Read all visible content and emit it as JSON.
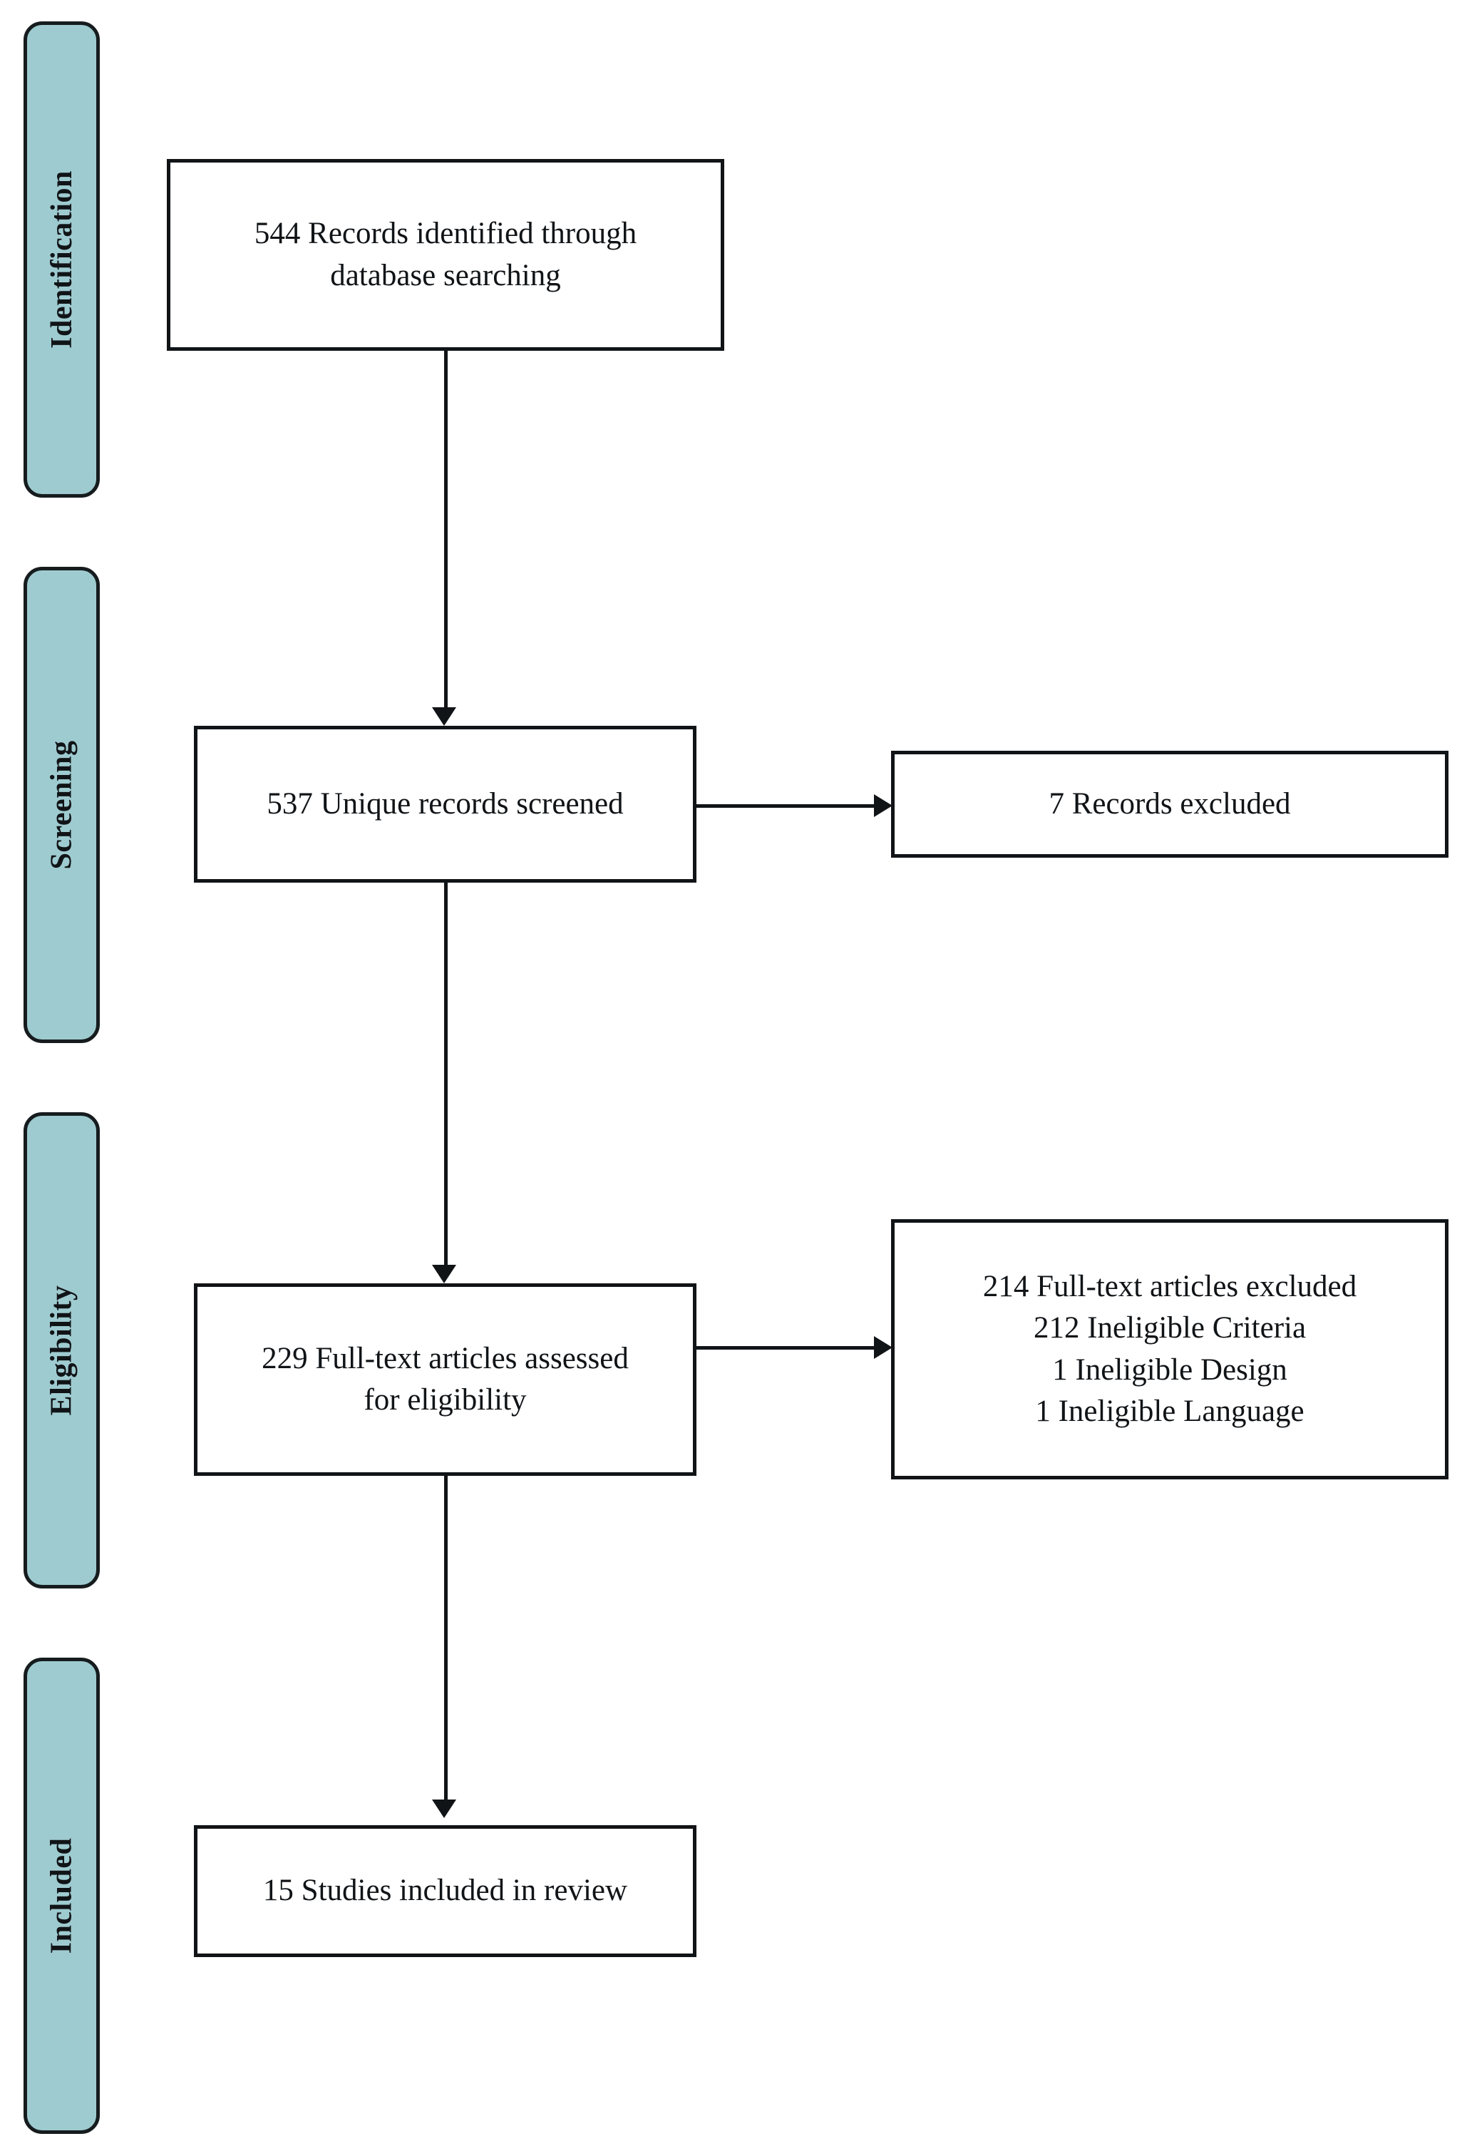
{
  "diagram": {
    "type": "prisma-flow-diagram",
    "palette": {
      "stage_fill": "#9ECBD0",
      "stroke": "#111417",
      "box_fill": "#FFFFFF",
      "page_background": "#FFFFFF"
    },
    "stages": [
      {
        "id": "identification",
        "label": "Identification"
      },
      {
        "id": "screening",
        "label": "Screening"
      },
      {
        "id": "eligibility",
        "label": "Eligibility"
      },
      {
        "id": "included",
        "label": "Included"
      }
    ],
    "boxes": [
      {
        "id": "records-identified",
        "stage": "identification",
        "count": 544,
        "lines": [
          "544 Records identified through",
          "database searching"
        ]
      },
      {
        "id": "unique-records-screened",
        "stage": "screening",
        "count": 537,
        "lines": [
          "537 Unique records screened"
        ]
      },
      {
        "id": "records-excluded",
        "stage": "screening",
        "count": 7,
        "lines": [
          "7 Records excluded"
        ]
      },
      {
        "id": "fulltext-assessed",
        "stage": "eligibility",
        "count": 229,
        "lines": [
          "229 Full-text articles assessed",
          "for eligibility"
        ]
      },
      {
        "id": "fulltext-excluded",
        "stage": "eligibility",
        "count": 214,
        "lines": [
          "214 Full-text articles excluded",
          "212 Ineligible Criteria",
          "1 Ineligible Design",
          "1 Ineligible Language"
        ]
      },
      {
        "id": "studies-included",
        "stage": "included",
        "count": 15,
        "lines": [
          "15 Studies included in review"
        ]
      }
    ]
  }
}
